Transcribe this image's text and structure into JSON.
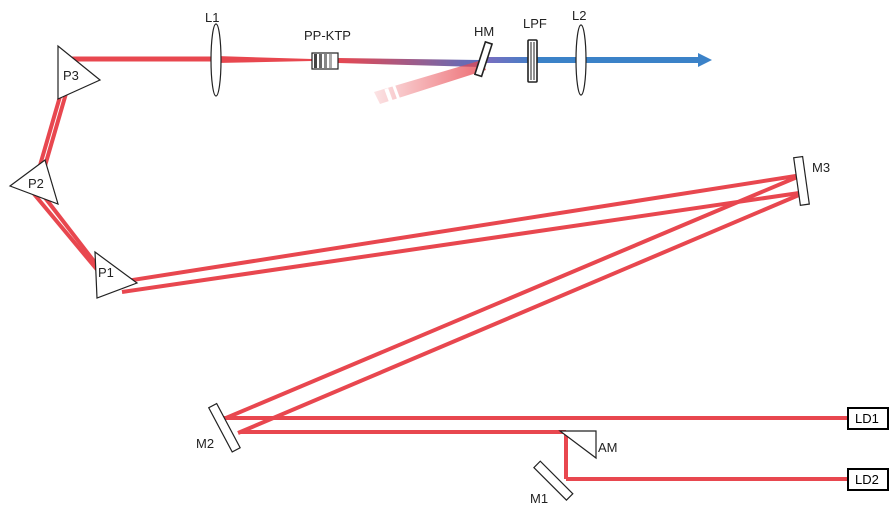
{
  "labels": {
    "l1": "L1",
    "pp_ktp": "PP-KTP",
    "hm": "HM",
    "lpf": "LPF",
    "l2": "L2",
    "p1": "P1",
    "p2": "P2",
    "p3": "P3",
    "m1": "M1",
    "m2": "M2",
    "m3": "M3",
    "am": "AM",
    "ld1": "LD1",
    "ld2": "LD2"
  },
  "colors": {
    "red_beam": "#e8474f",
    "red_beam_light": "#f08a8f",
    "blue_beam": "#3b82c8",
    "outline": "#222222"
  }
}
